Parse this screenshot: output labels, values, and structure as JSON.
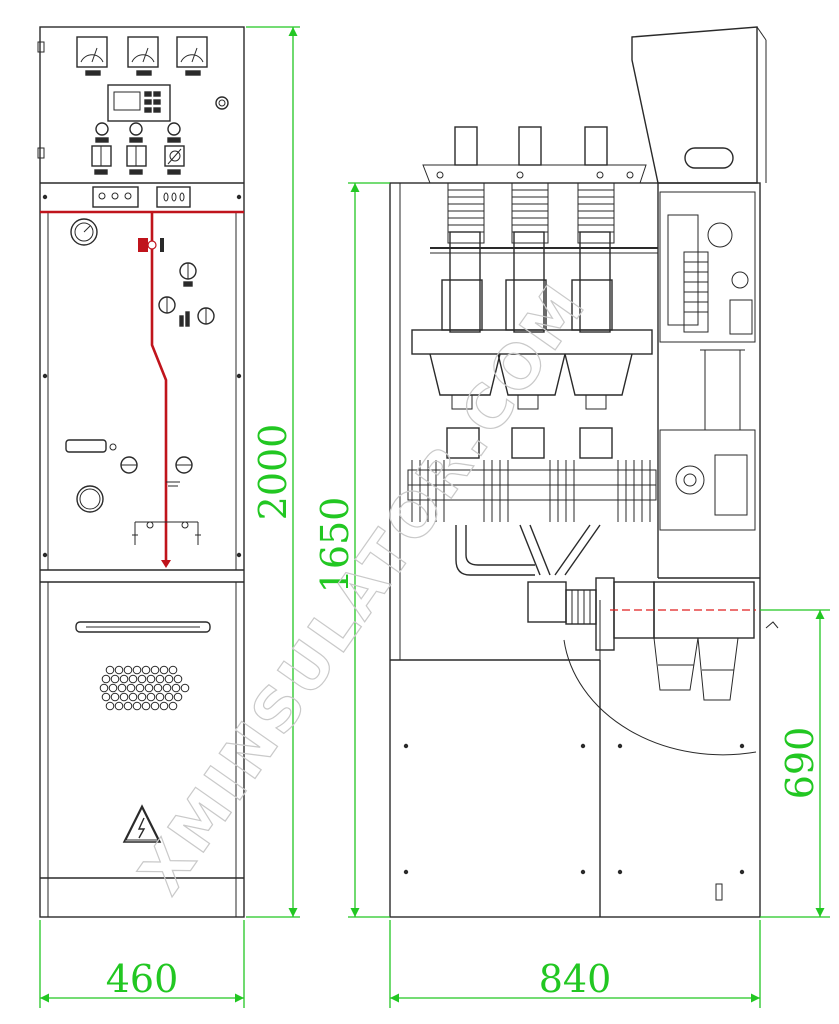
{
  "dimensions": {
    "front_width": "460",
    "side_width": "840",
    "total_height": "2000",
    "upper_height": "1650",
    "cable_height": "690"
  },
  "watermark": "XMINSULATOR.COM",
  "colors": {
    "dimension": "#22c722",
    "busbar": "#c0141c",
    "line": "#2a2a2a",
    "cable_center": "#e11d1d",
    "watermark": "#c9c9c9"
  },
  "icons": {
    "warning": "high-voltage-warning-icon",
    "meter": "ammeter-icon",
    "controller": "display-controller-icon"
  }
}
